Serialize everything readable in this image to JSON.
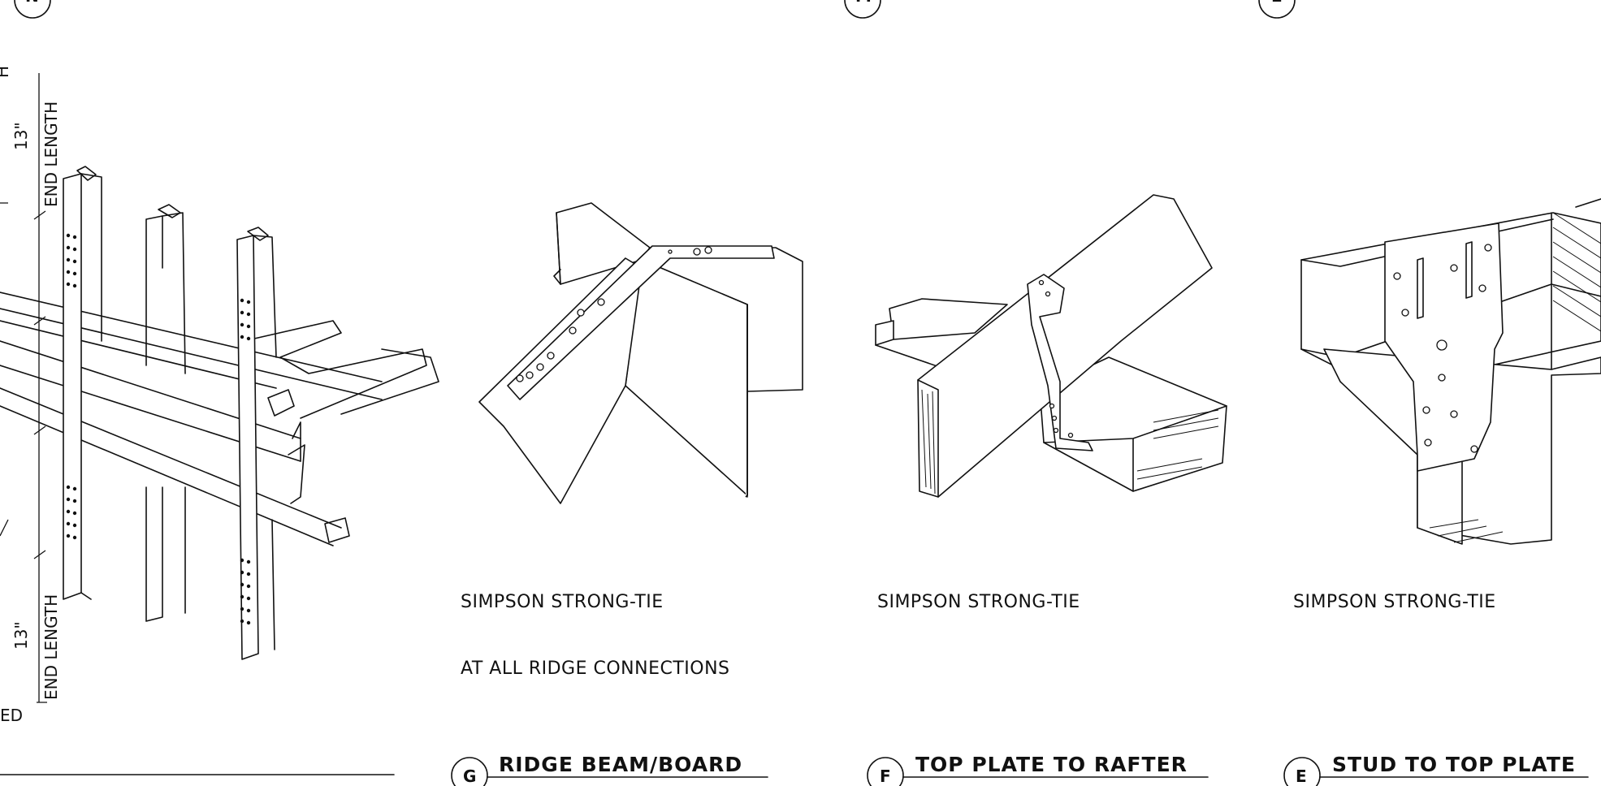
{
  "left_detail": {
    "dim_top_value": "13\"",
    "dim_top_label": "END LENGTH",
    "dim_bottom_value": "13\"",
    "dim_bottom_label": "END LENGTH",
    "partial_top_text": "H",
    "partial_bottom_text": "ED"
  },
  "details": [
    {
      "bubble": "G",
      "title": "RIDGE BEAM/BOARD",
      "notes": [
        "SIMPSON STRONG-TIE",
        "AT ALL RIDGE CONNECTIONS"
      ]
    },
    {
      "bubble": "F",
      "title": "TOP PLATE TO RAFTER",
      "notes": [
        "SIMPSON STRONG-TIE"
      ]
    },
    {
      "bubble": "E",
      "title": "STUD TO TOP PLATE",
      "notes": [
        "SIMPSON STRONG-TIE"
      ]
    }
  ],
  "top_bubbles": [
    "N",
    "M",
    "L"
  ]
}
